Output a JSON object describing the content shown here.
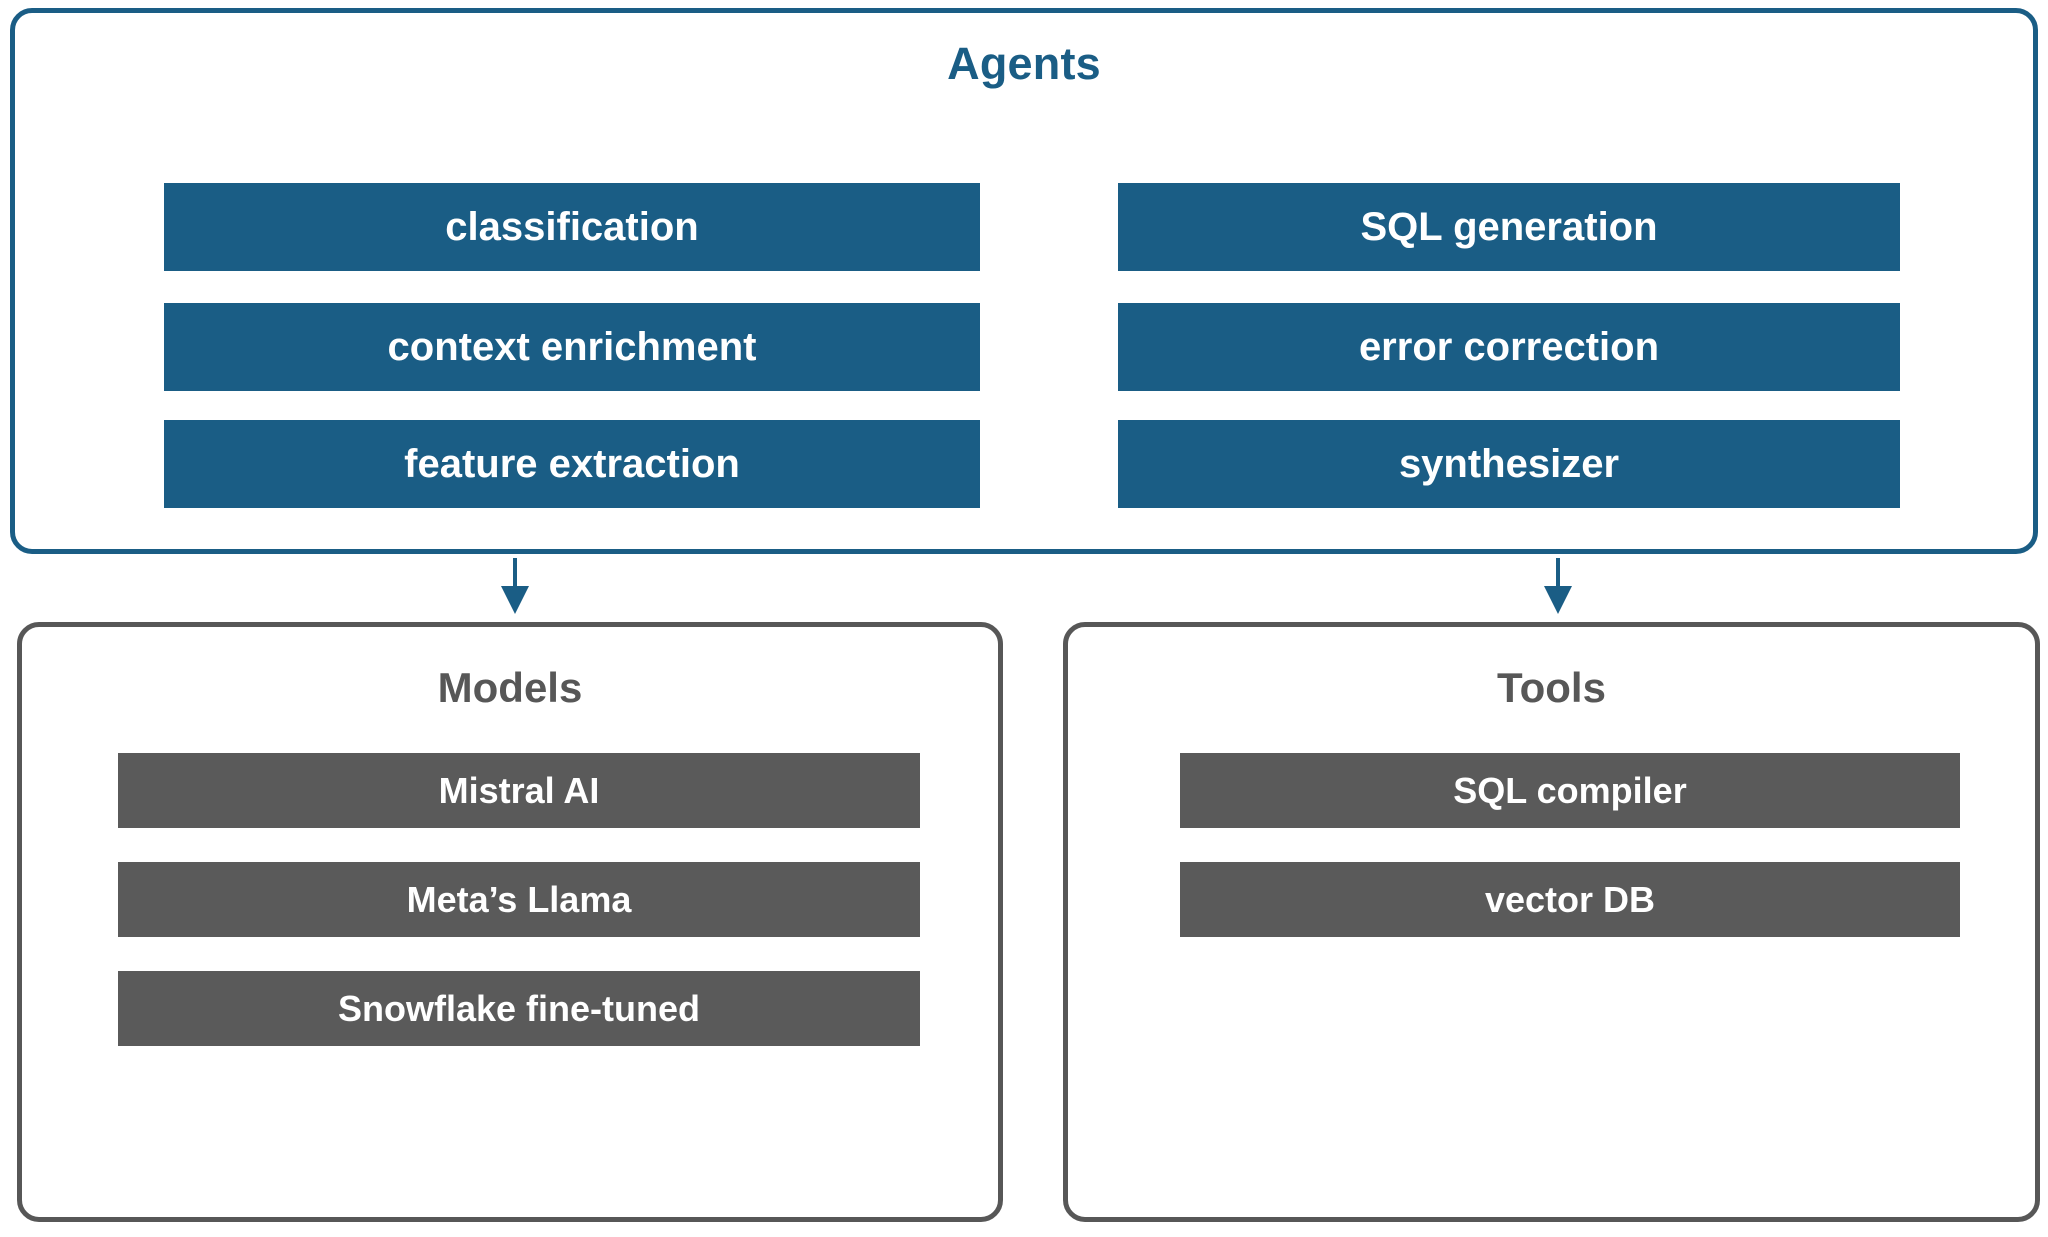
{
  "diagram": {
    "title": "Agents / Models / Tools architecture",
    "colors": {
      "accent_blue": "#1a5d85",
      "gray": "#5a5a5a",
      "panel_gray_border": "#575757",
      "bar_text": "#ffffff",
      "background": "#ffffff"
    }
  },
  "agents": {
    "title": "Agents",
    "left_column": [
      {
        "label": "classification"
      },
      {
        "label": "context enrichment"
      },
      {
        "label": "feature extraction"
      }
    ],
    "right_column": [
      {
        "label": "SQL generation"
      },
      {
        "label": "error correction"
      },
      {
        "label": "synthesizer"
      }
    ]
  },
  "connectors": [
    {
      "name": "agents-to-models",
      "direction": "down"
    },
    {
      "name": "agents-to-tools",
      "direction": "down"
    }
  ],
  "models": {
    "title": "Models",
    "items": [
      {
        "label": "Mistral AI"
      },
      {
        "label": "Meta’s Llama"
      },
      {
        "label": "Snowflake fine-tuned"
      }
    ]
  },
  "tools": {
    "title": "Tools",
    "items": [
      {
        "label": "SQL compiler"
      },
      {
        "label": "vector DB"
      }
    ]
  }
}
